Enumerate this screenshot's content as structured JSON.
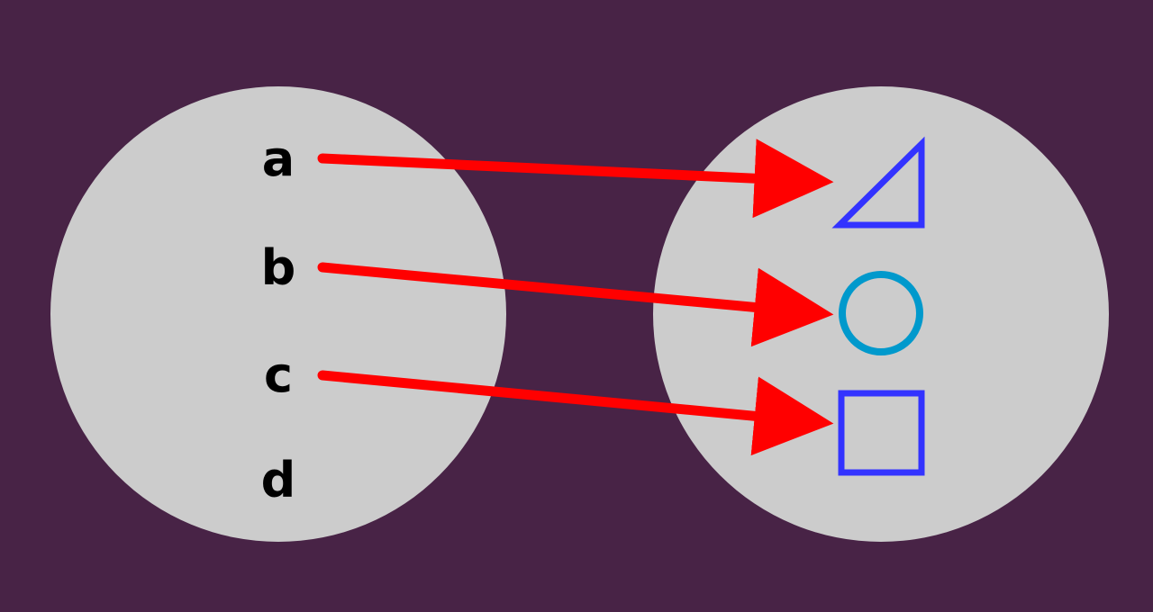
{
  "colors": {
    "background": "#482346",
    "set_fill": "#cccccc",
    "arrow": "#ff0000",
    "triangle": "#3333ff",
    "circle": "#0099cc",
    "square": "#3333ff",
    "label": "#000000"
  },
  "domain": {
    "elements": [
      {
        "id": "a",
        "label": "a"
      },
      {
        "id": "b",
        "label": "b"
      },
      {
        "id": "c",
        "label": "c"
      },
      {
        "id": "d",
        "label": "d"
      }
    ]
  },
  "codomain": {
    "elements": [
      {
        "id": "triangle",
        "shape": "triangle"
      },
      {
        "id": "circle",
        "shape": "circle"
      },
      {
        "id": "square",
        "shape": "square"
      }
    ]
  },
  "mappings": [
    {
      "from": "a",
      "to": "triangle"
    },
    {
      "from": "b",
      "to": "circle"
    },
    {
      "from": "c",
      "to": "square"
    }
  ]
}
